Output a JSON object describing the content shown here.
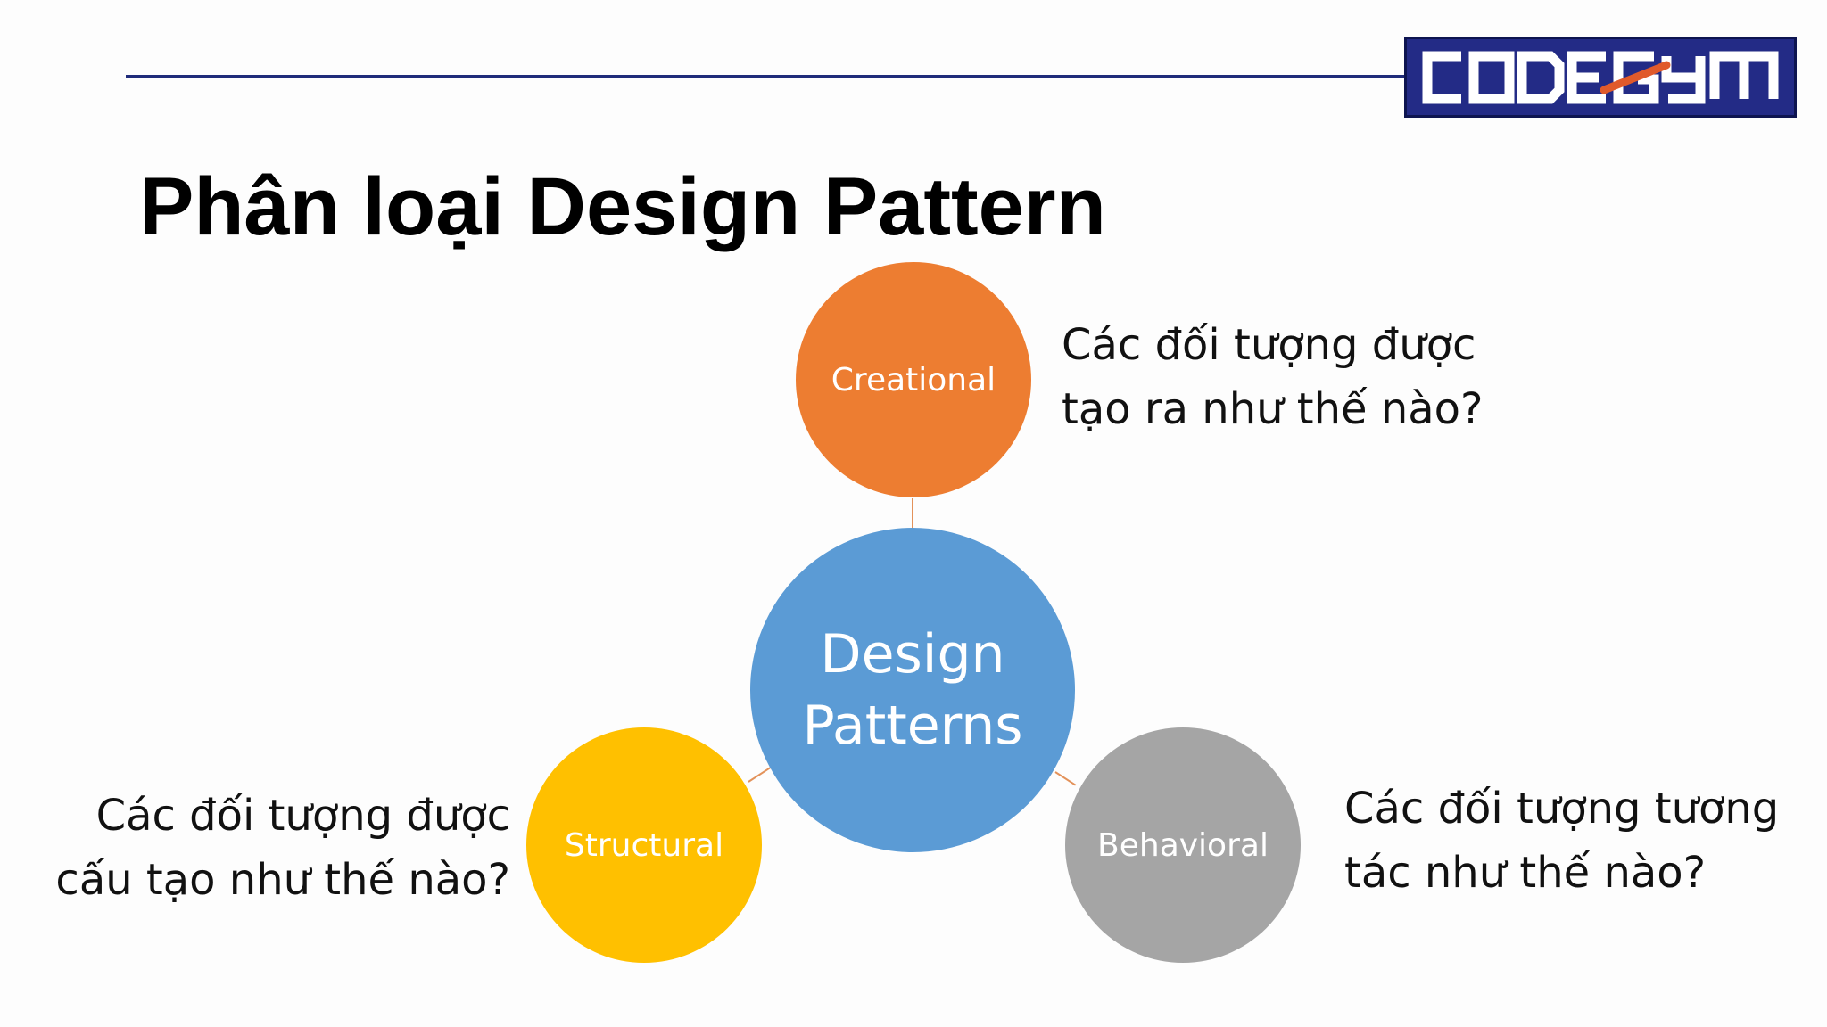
{
  "logo": {
    "text": "CODEGYM",
    "background_color": "#232b86",
    "accent_color": "#e05a2b"
  },
  "title": "Phân loại Design Pattern",
  "diagram": {
    "center": {
      "line1": "Design",
      "line2": "Patterns",
      "color": "#5b9bd5"
    },
    "nodes": [
      {
        "id": "creational",
        "label": "Creational",
        "color": "#ed7d31",
        "description_line1": "Các đối tượng được",
        "description_line2": "tạo ra như thế nào?"
      },
      {
        "id": "structural",
        "label": "Structural",
        "color": "#ffc000",
        "description_line1": "Các đối tượng được",
        "description_line2": "cấu tạo như thế nào?"
      },
      {
        "id": "behavioral",
        "label": "Behavioral",
        "color": "#a5a5a5",
        "description_line1": "Các đối tượng tương",
        "description_line2": "tác như thế nào?"
      }
    ],
    "connector_color": "#e3925a"
  }
}
